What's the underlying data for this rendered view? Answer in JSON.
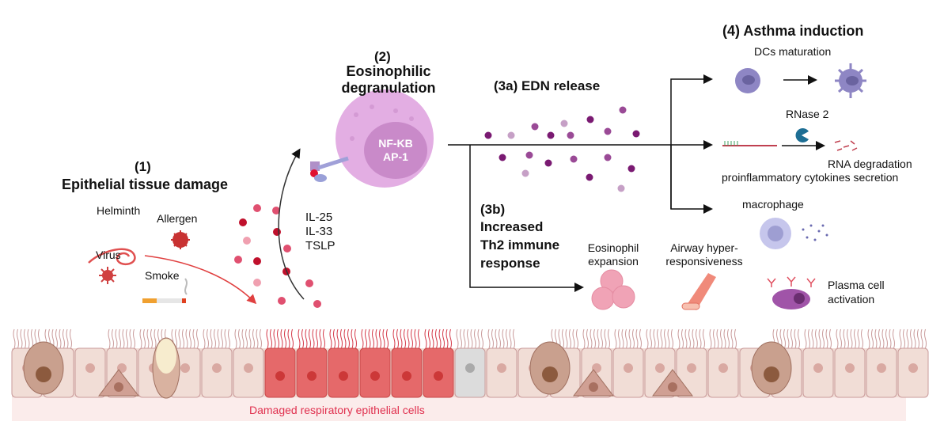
{
  "step1": {
    "number": "(1)",
    "title": "Epithelial tissue damage",
    "triggers": {
      "helminth": "Helminth",
      "allergen": "Allergen",
      "virus": "Virus",
      "smoke": "Smoke"
    }
  },
  "step2": {
    "number": "(2)",
    "title_line1": "Eosinophilic",
    "title_line2": "degranulation",
    "nucleus_line1": "NF-KB",
    "nucleus_line2": "AP-1"
  },
  "cytokines": [
    "IL-25",
    "IL-33",
    "TSLP"
  ],
  "step3a": {
    "title": "(3a) EDN release"
  },
  "step3b": {
    "number": "(3b)",
    "line1": "Increased",
    "line2": "Th2 immune",
    "line3": "response",
    "eosinophil": [
      "Eosinophil",
      "expansion"
    ],
    "airway": [
      "Airway hyper-",
      "responsiveness"
    ],
    "plasma": [
      "Plasma cell",
      "activation"
    ]
  },
  "step4": {
    "title": "(4) Asthma induction",
    "dcs": "DCs maturation",
    "rnase": "RNase 2",
    "rna1": "RNA degradation",
    "rna2": "proinflammatory cytokines secretion",
    "macrophage": "macrophage"
  },
  "epithelium": {
    "label": "Damaged respiratory epithelial cells"
  },
  "colors": {
    "damaged": "#e5696a",
    "label_red": "#e0304e",
    "cell": "#f1ddd6",
    "basement": "#fbeceb",
    "eos": "#e3aee3",
    "nucleus": "#c98ac9",
    "dc": "#8e86c4",
    "rnase": "#1d6e94"
  }
}
